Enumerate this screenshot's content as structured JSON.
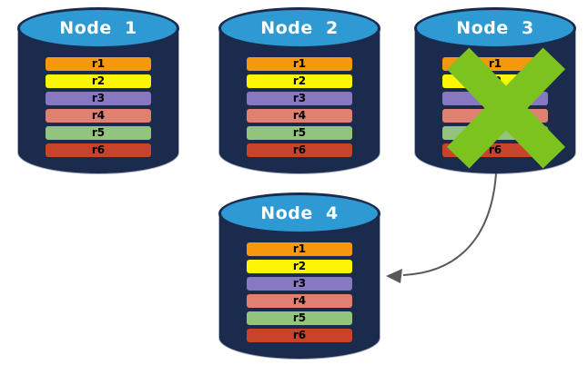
{
  "diagram": {
    "background": "#ffffff",
    "colors": {
      "cylinder_body": "#1B2B4D",
      "cylinder_edge": "#A9AFC0",
      "cylinder_top": "#2E9AD4",
      "title_text": "#ffffff",
      "row_text": "#000000",
      "x_mark": "#7CC320",
      "arrow": "#595959"
    },
    "nodes": [
      {
        "title": "Node  1",
        "failed": false,
        "rows": [
          {
            "label": "r1",
            "color": "#F6980B"
          },
          {
            "label": "r2",
            "color": "#FCF503"
          },
          {
            "label": "r3",
            "color": "#8878C1"
          },
          {
            "label": "r4",
            "color": "#DF8070"
          },
          {
            "label": "r5",
            "color": "#93C47D"
          },
          {
            "label": "r6",
            "color": "#C7432C"
          }
        ]
      },
      {
        "title": "Node  2",
        "failed": false,
        "rows": [
          {
            "label": "r1",
            "color": "#F6980B"
          },
          {
            "label": "r2",
            "color": "#FCF503"
          },
          {
            "label": "r3",
            "color": "#8878C1"
          },
          {
            "label": "r4",
            "color": "#DF8070"
          },
          {
            "label": "r5",
            "color": "#93C47D"
          },
          {
            "label": "r6",
            "color": "#C7432C"
          }
        ]
      },
      {
        "title": "Node  3",
        "failed": true,
        "rows": [
          {
            "label": "r1",
            "color": "#F6980B"
          },
          {
            "label": "r2",
            "color": "#FCF503"
          },
          {
            "label": "r3",
            "color": "#8878C1"
          },
          {
            "label": "r4",
            "color": "#DF8070"
          },
          {
            "label": "r5",
            "color": "#93C47D"
          },
          {
            "label": "r6",
            "color": "#C7432C"
          }
        ]
      },
      {
        "title": "Node  4",
        "failed": false,
        "rows": [
          {
            "label": "r1",
            "color": "#F6980B"
          },
          {
            "label": "r2",
            "color": "#FCF503"
          },
          {
            "label": "r3",
            "color": "#8878C1"
          },
          {
            "label": "r4",
            "color": "#DF8070"
          },
          {
            "label": "r5",
            "color": "#93C47D"
          },
          {
            "label": "r6",
            "color": "#C7432C"
          }
        ]
      }
    ],
    "arrow": {
      "from": "Node 3",
      "to": "Node 4"
    }
  }
}
